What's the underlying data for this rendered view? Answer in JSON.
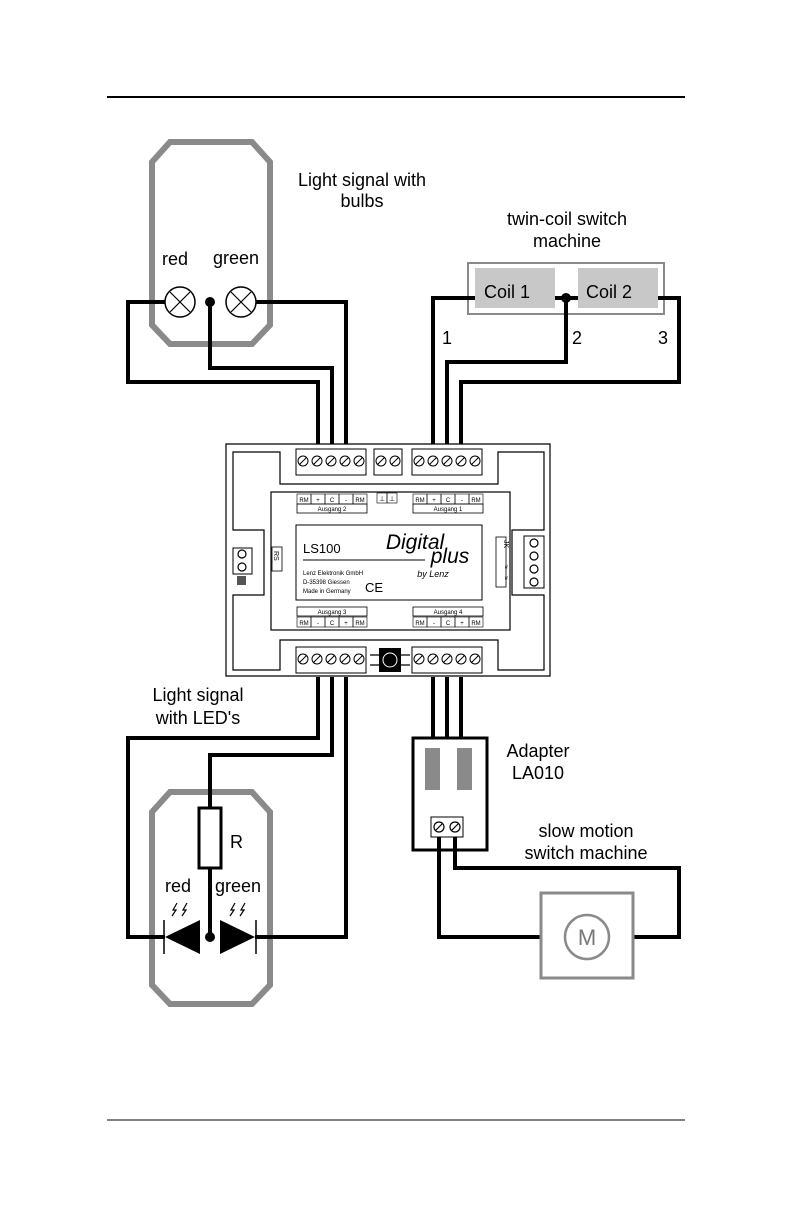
{
  "labels": {
    "bulb_signal_1": "Light signal with",
    "bulb_signal_2": "bulbs",
    "bulb_red": "red",
    "bulb_green": "green",
    "twin_coil_1": "twin-coil switch",
    "twin_coil_2": "machine",
    "coil1": "Coil 1",
    "coil2": "Coil 2",
    "wire1": "1",
    "wire2": "2",
    "wire3": "3",
    "led_signal_1": "Light signal",
    "led_signal_2": "with LED's",
    "resistor": "R",
    "led_red": "red",
    "led_green": "green",
    "adapter_1": "Adapter",
    "adapter_2": "LA010",
    "slow_motion_1": "slow motion",
    "slow_motion_2": "switch machine",
    "motor": "M"
  },
  "module": {
    "model": "LS100",
    "brand_1": "Digital",
    "brand_2": "plus",
    "brand_3": "by Lenz",
    "maker_1": "Lenz Elektronik GmbH",
    "maker_2": "D-35398 Giessen",
    "maker_3": "Made in Germany",
    "ce": "CE",
    "rs": "RS",
    "jk": "JK",
    "out1": "Ausgang 1",
    "out2": "Ausgang 2",
    "out3": "Ausgang 3",
    "out4": "Ausgang 4",
    "pins_top": [
      "RM",
      "+",
      "C",
      "-",
      "RM"
    ],
    "pins_bottom": [
      "RM",
      "-",
      "C",
      "+",
      "RM"
    ],
    "ground": [
      "⊥",
      "⊥"
    ],
    "ac": [
      "≈",
      "≈"
    ]
  }
}
